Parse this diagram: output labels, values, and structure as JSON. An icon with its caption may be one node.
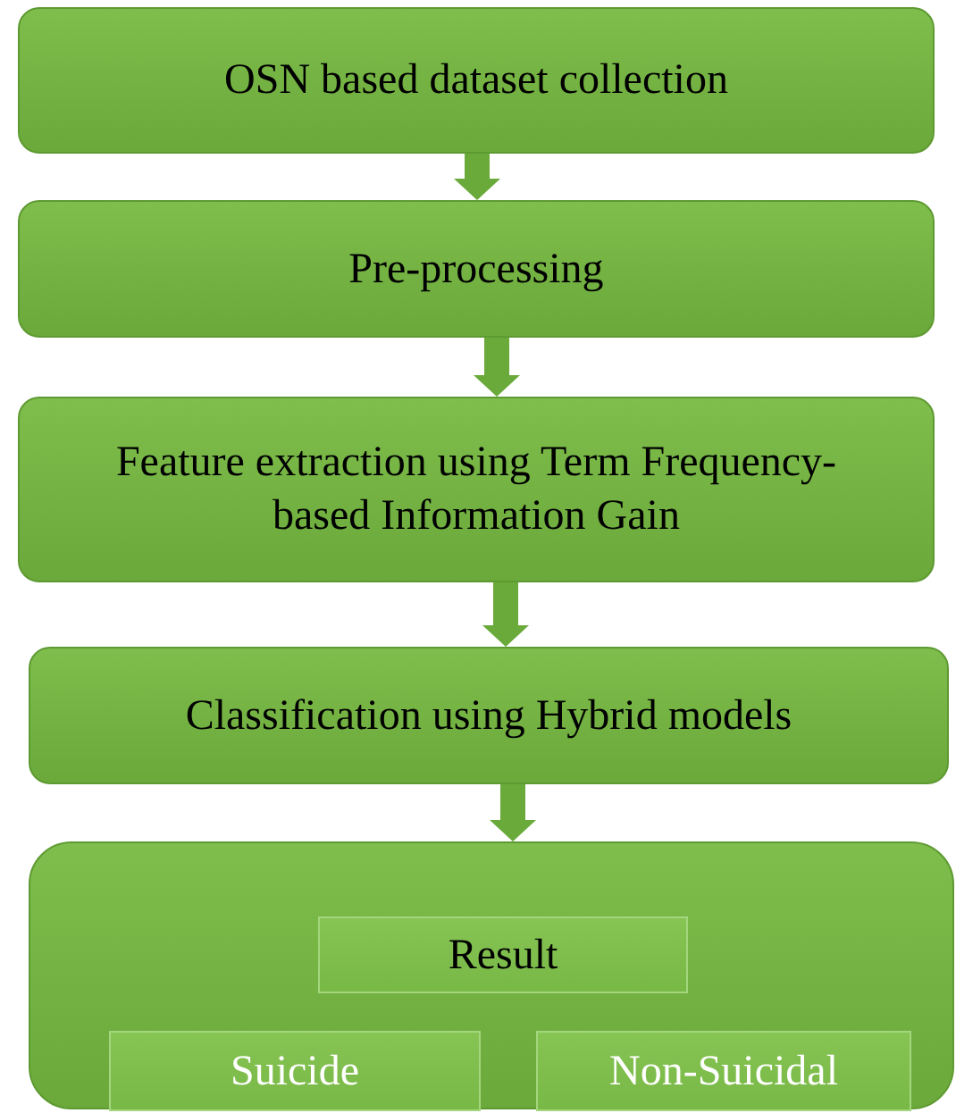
{
  "diagram": {
    "nodes": [
      {
        "text": [
          "OSN based dataset collection"
        ]
      },
      {
        "text": [
          "Pre-processing"
        ]
      },
      {
        "text": [
          "Feature extraction using Term Frequency-based Information Gain"
        ]
      },
      {
        "text": [
          "Classification using Hybrid models"
        ]
      },
      {
        "text": [],
        "shape": "box"
      },
      {
        "text": [
          "Result"
        ],
        "in": 4
      },
      {
        "text": [
          "Suicide"
        ],
        "in": 4
      },
      {
        "text": [
          "Non-Suicidal"
        ],
        "in": 4
      }
    ],
    "edges": [
      {
        "from": 0,
        "to": 1,
        "arrow": "to"
      },
      {
        "from": 1,
        "to": 2,
        "arrow": "to"
      },
      {
        "from": 2,
        "to": 3,
        "arrow": "to"
      },
      {
        "from": 3,
        "to": 4,
        "arrow": "to"
      }
    ]
  }
}
